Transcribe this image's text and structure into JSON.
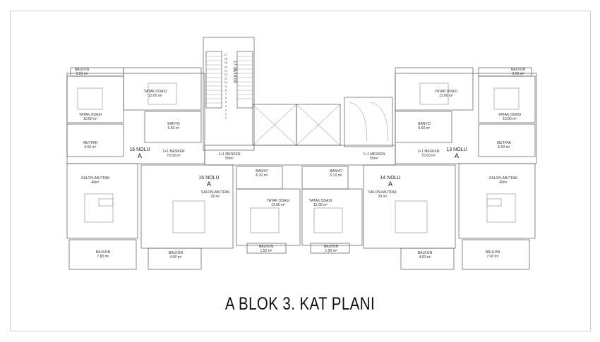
{
  "title": "A BLOK 3. KAT PLANI",
  "stair_numbers": [
    "17",
    "16",
    "15",
    "14",
    "13",
    "12",
    "11",
    "10",
    "9",
    "8",
    "7",
    "6",
    "5",
    "4",
    "3",
    "2",
    "1"
  ],
  "stair_code": "17.36/19.00",
  "units": [
    {
      "no": "16 NOLU",
      "type": "A",
      "rooms": [
        {
          "name": "BALKON",
          "area": "3.50 m²"
        },
        {
          "name": "YATAK ODASI",
          "area": "13.00 m²"
        },
        {
          "name": "YATAK ODASI",
          "area": "10.50 m²"
        },
        {
          "name": "BANYO",
          "area": "5.50 m²"
        },
        {
          "name": "MUTFAK",
          "area": "6.60 m²"
        },
        {
          "name": "2+1 MESKEN",
          "area": "70.00 m²"
        },
        {
          "name": "SALON+MUTFAK",
          "area": "40m²"
        },
        {
          "name": "BALKON",
          "area": "7.80 m²"
        }
      ]
    },
    {
      "no": "15 NOLU",
      "type": "A",
      "rooms": [
        {
          "name": "1+1 MESKEN",
          "area": "55m²"
        },
        {
          "name": "BANYO",
          "area": "5.10 m²"
        },
        {
          "name": "SALON+MUTFAK",
          "area": "26 m²"
        },
        {
          "name": "YATAK ODASI",
          "area": "12.00 m²"
        },
        {
          "name": "BALKON",
          "area": "4.00 m²"
        },
        {
          "name": "BALKON",
          "area": "1.50 m²"
        }
      ]
    },
    {
      "no": "14 NOLU",
      "type": "A",
      "rooms": [
        {
          "name": "1+1 MESKEN",
          "area": "55m²"
        },
        {
          "name": "BANYO",
          "area": "5.10 m²"
        },
        {
          "name": "SALON+MUTFAK",
          "area": "26 m²"
        },
        {
          "name": "YATAK ODASI",
          "area": "12.00 m²"
        },
        {
          "name": "BALKON",
          "area": "1.50 m²"
        },
        {
          "name": "BALKON",
          "area": "4.00 m²"
        }
      ]
    },
    {
      "no": "13 NOLU",
      "type": "A",
      "rooms": [
        {
          "name": "BALKON",
          "area": "3.50 m²"
        },
        {
          "name": "YATAK ODASI",
          "area": "13.00 m²"
        },
        {
          "name": "YATAK ODASI",
          "area": "10.50 m²"
        },
        {
          "name": "BANYO",
          "area": "5.50 m²"
        },
        {
          "name": "MUTFAK",
          "area": "6.60 m²"
        },
        {
          "name": "2+1 MESKEN",
          "area": "70.00 m²"
        },
        {
          "name": "SALON+MUTFAK",
          "area": "40m²"
        },
        {
          "name": "BALKON",
          "area": "7.00 m²"
        }
      ]
    }
  ]
}
